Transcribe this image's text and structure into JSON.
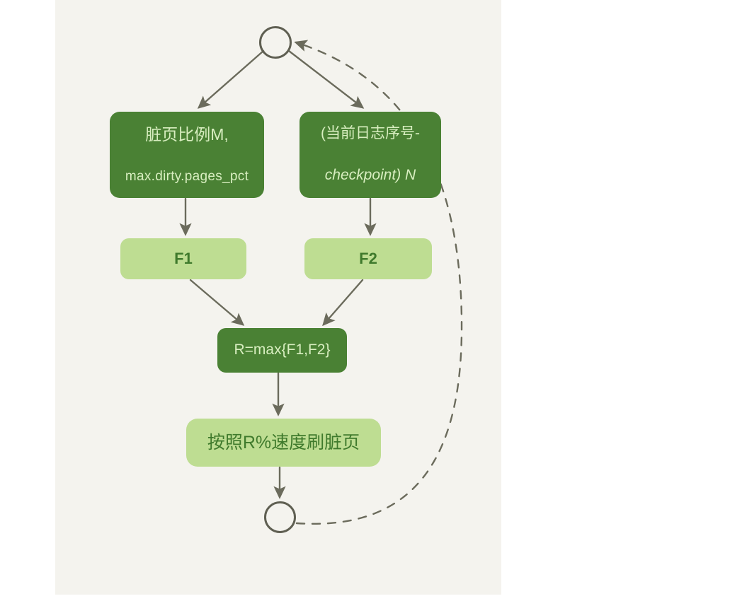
{
  "diagram": {
    "title": "InnoDB dirty page flush rate control flowchart",
    "canvas": {
      "background_color": "#f4f3ee",
      "page_background_color": "#ffffff"
    },
    "palette": {
      "dark_green_fill": "#4a8134",
      "dark_green_text": "#d8eec0",
      "light_green_fill": "#bedd92",
      "light_green_text": "#3f7a2c",
      "stroke": "#6b6b5c"
    },
    "nodes": {
      "start": {
        "label": "",
        "shape": "circle"
      },
      "dirty_ratio": {
        "line1": "脏页比例M,",
        "line2": "max.dirty.pages_pct",
        "shape": "rounded-rect",
        "style": "dark"
      },
      "log_sequence": {
        "line1": "(当前日志序号-",
        "line2": "checkpoint) N",
        "shape": "rounded-rect",
        "style": "dark"
      },
      "f1": {
        "label": "F1",
        "shape": "rounded-rect",
        "style": "light"
      },
      "f2": {
        "label": "F2",
        "shape": "rounded-rect",
        "style": "light"
      },
      "rmax": {
        "label": "R=max{F1,F2}",
        "shape": "rounded-rect",
        "style": "dark"
      },
      "flush": {
        "label": "按照R%速度刷脏页",
        "shape": "rounded-rect",
        "style": "light"
      },
      "end": {
        "label": "",
        "shape": "circle"
      }
    },
    "edges": [
      {
        "from": "start",
        "to": "dirty_ratio",
        "style": "solid",
        "arrow": true
      },
      {
        "from": "start",
        "to": "log_sequence",
        "style": "solid",
        "arrow": true
      },
      {
        "from": "dirty_ratio",
        "to": "f1",
        "style": "solid",
        "arrow": true
      },
      {
        "from": "log_sequence",
        "to": "f2",
        "style": "solid",
        "arrow": true
      },
      {
        "from": "f1",
        "to": "rmax",
        "style": "solid",
        "arrow": true
      },
      {
        "from": "f2",
        "to": "rmax",
        "style": "solid",
        "arrow": true
      },
      {
        "from": "rmax",
        "to": "flush",
        "style": "solid",
        "arrow": true
      },
      {
        "from": "flush",
        "to": "end",
        "style": "solid",
        "arrow": true
      },
      {
        "from": "end",
        "to": "start",
        "style": "dashed",
        "arrow": true
      }
    ]
  }
}
